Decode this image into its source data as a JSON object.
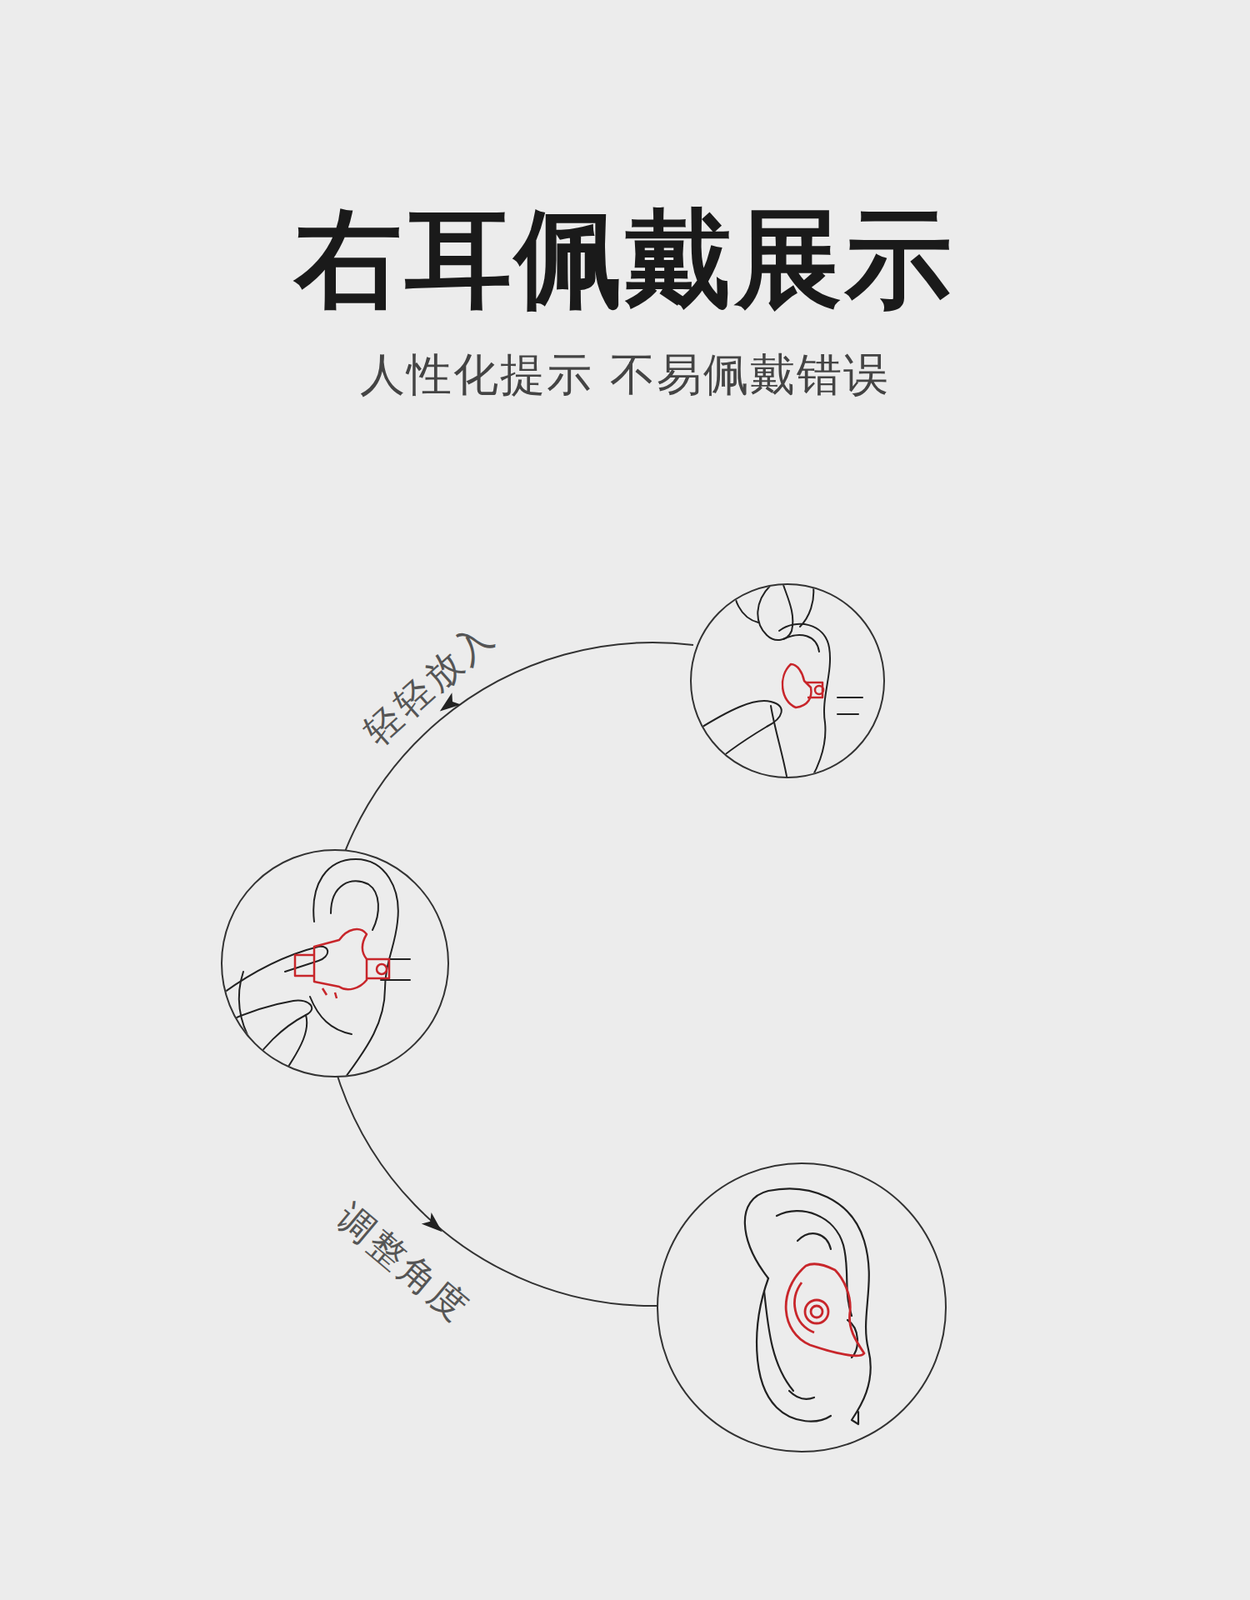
{
  "diagram": {
    "title": "右耳佩戴展示",
    "labels": [
      "人性化提示 不易佩戴错误",
      "轻轻放入",
      "调整角度"
    ]
  }
}
